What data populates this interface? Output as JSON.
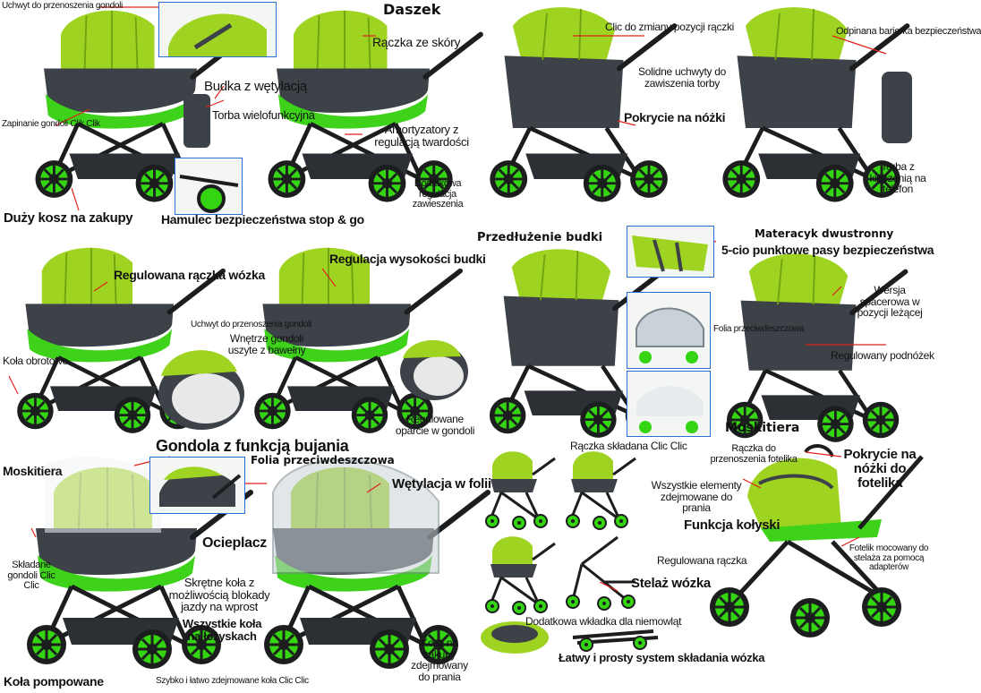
{
  "colors": {
    "lime": "#9fd321",
    "lime_dark": "#6fa312",
    "bright_green": "#3ed21a",
    "charcoal": "#3d4248",
    "frame": "#1b1d1f",
    "wheel_green": "#35d412",
    "callout_red": "#e0201a",
    "inset_blue": "#2a6fd6"
  },
  "labels": {
    "uchwyt_gondoli_1": "Uchwyt do przenoszenia gondoli",
    "daszek": "Daszek",
    "raczka_skora": "Rączka ze skóry",
    "budka_wentylacja": "Budka z wętylacją",
    "torba": "Torba wielofunkcyjna",
    "zapinanie": "Zapinanie gondoli Clik Clik",
    "amortyzatory": "Amortyzatory z regulacją twardości",
    "dodatkowa_regulacja": "Dodatkowa regulacja zawieszenia",
    "duzy_kosz": "Duży kosz na zakupy",
    "hamulec": "Hamulec bezpieczeństwa stop & go",
    "clic_raczka": "Clic do zmiany pozycji rączki",
    "solidne_uchwyty": "Solidne uchwyty do zawiszenia torby",
    "pokrycie_nozki": "Pokrycie na nóżki",
    "odpinana_barierka": "Odpinana barierka bezpieczeństwa",
    "torba_kieszen": "Torba z kieszenią na telefon",
    "regulowana_raczka_wozka": "Regulowana rączka wózka",
    "regulacja_wysokosci": "Regulacja wysokości budki",
    "kola_obrotowe": "Koła obrotowe",
    "uchwyt_gondoli_2": "Uchwyt do przenoszenia gondoli",
    "wnetrze_gondoli": "Wnętrze gondoli uszyte z bawełny",
    "regulowane_oparcie": "Regulowane oparcie w gondoli",
    "gondola_bujania": "Gondola z funkcją bujania",
    "przedluzenie_budki": "Przedłużenie budki",
    "materacyk": "Materacyk dwustronny",
    "pasy": "5-cio punktowe pasy bezpieczeństwa",
    "wersja_spacerowa": "Wersja spacerowa w pozycji leżącej",
    "folia_przeciwdeszczowa_small": "Folia przeciwdeszczowa",
    "regulowany_podnozek": "Regulowany podnóżek",
    "moskitiera_right": "Moskitiera",
    "moskitiera_left": "Moskitiera",
    "folia_przeciwdeszczowa": "Folia przeciwdeszczowa",
    "wentylacja_folii": "Wętylacja w folii",
    "ocieplacz": "Ocieplacz",
    "skladane_gondoli": "Składane gondoli Clic Clic",
    "skretne_kola": "Skrętne koła z możliwością blokady jazdy na wprost",
    "wszystkie_kola": "Wszystkie koła na łożyskach",
    "kosz_zdejmowany": "Kosz na zakupy zdejmowany do prania",
    "kola_pompowane": "Koła pompowane",
    "szybko_zdejmowane": "Szybko i łatwo zdejmowane koła Clic Clic",
    "raczka_skladana": "Rączka składana Clic Clic",
    "raczka_fotelika": "Rączka do przenoszenia fotelika",
    "pokrycie_fotelika": "Pokrycie na nóżki do fotelika",
    "wszystkie_elementy": "Wszystkie elementy zdejmowane do prania",
    "funkcja_kolyski": "Funkcja kołyski",
    "fotelik_mocowany": "Fotelik mocowany do stelaża za pomocą adapterów",
    "regulowana_raczka": "Regulowana rączka",
    "stelaz": "Stelaż wózka",
    "wkladka": "Dodatkowa wkładka dla niemowląt",
    "system_skladania": "Łatwy i prosty system składania wózka"
  }
}
